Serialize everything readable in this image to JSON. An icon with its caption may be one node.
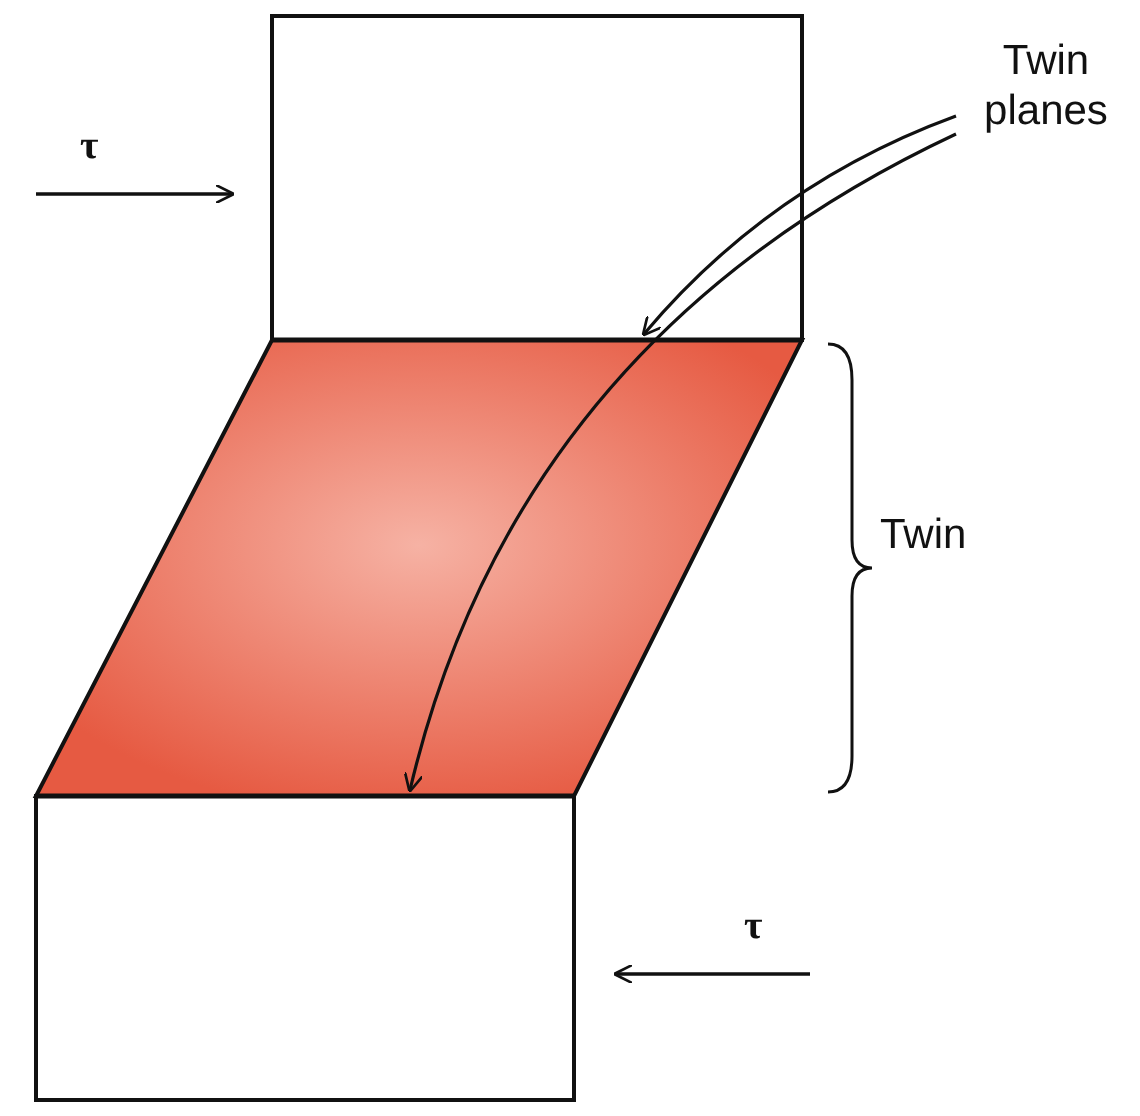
{
  "diagram": {
    "nodes": [
      {
        "text": [
          "Twin planes"
        ]
      },
      {
        "text": [],
        "shape": "line"
      },
      {
        "text": [],
        "shape": "line"
      }
    ],
    "edges": [
      {
        "from": 0,
        "to": 1,
        "arrow": "to"
      },
      {
        "from": 0,
        "to": 2,
        "arrow": "to"
      }
    ],
    "labels": [
      "τ",
      "Twin",
      "τ"
    ]
  }
}
